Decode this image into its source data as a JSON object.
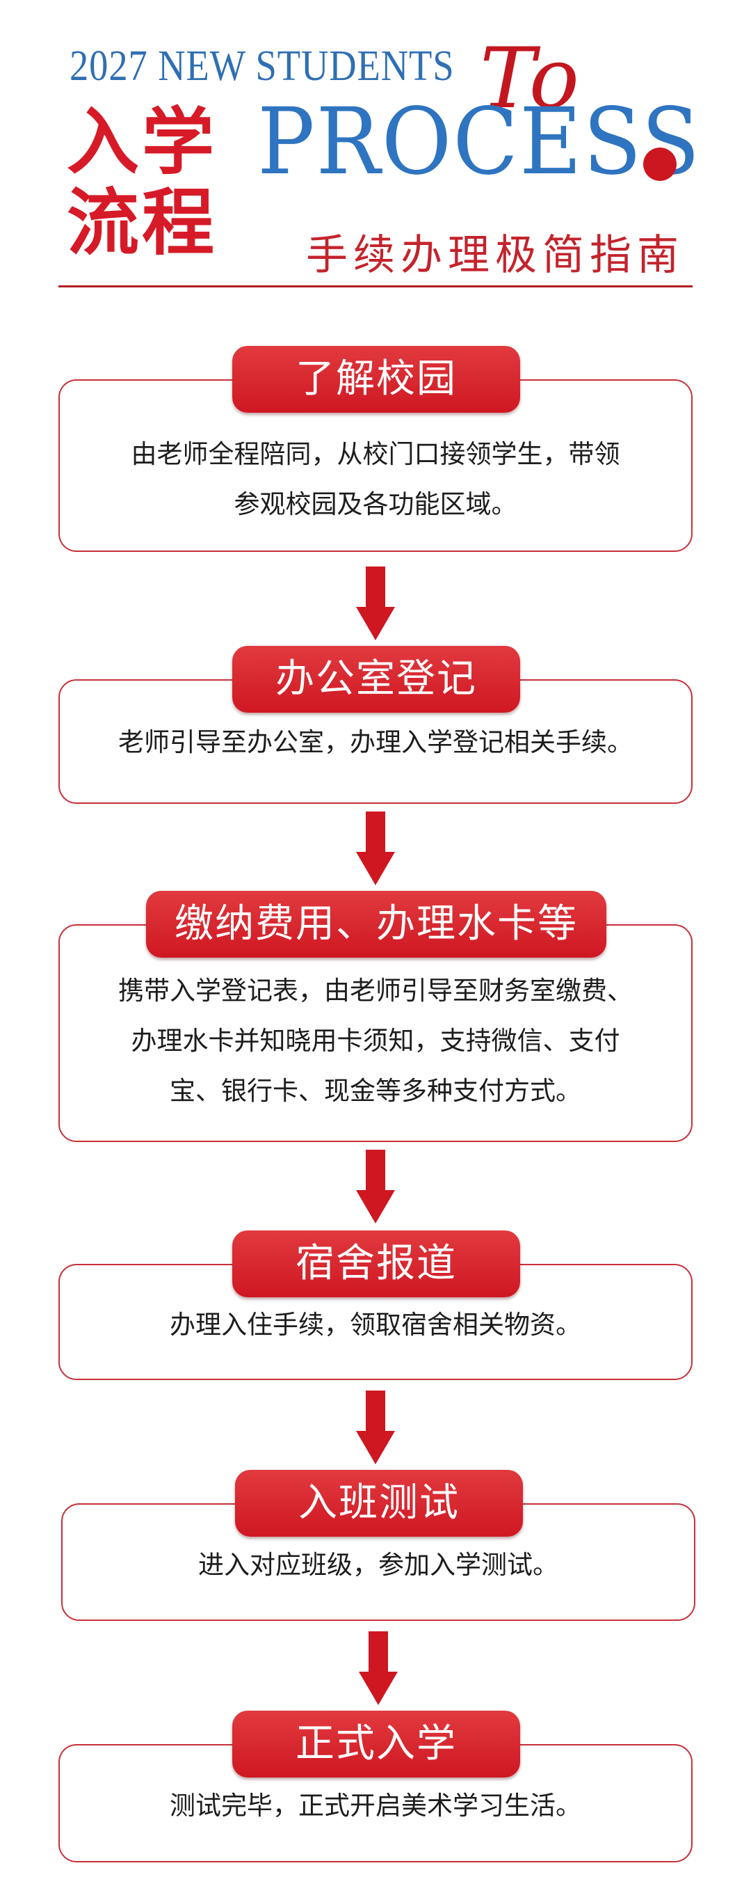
{
  "header": {
    "subtitle": "2027 NEW STUDENTS",
    "title_line1": "入学",
    "title_line2": "流程",
    "process": "PROCESS",
    "to": "To",
    "slogan": "手续办理极简指南"
  },
  "steps": [
    {
      "title": "了解校园",
      "lines": [
        "由老师全程陪同，从校门口接领学生，带领",
        "参观校园及各功能区域。"
      ]
    },
    {
      "title": "办公室登记",
      "lines": [
        "老师引导至办公室，办理入学登记相关手续。"
      ]
    },
    {
      "title": "缴纳费用、办理水卡等",
      "lines": [
        "携带入学登记表，由老师引导至财务室缴费、",
        "办理水卡并知晓用卡须知，支持微信、支付",
        "宝、银行卡、现金等多种支付方式。"
      ]
    },
    {
      "title": "宿舍报道",
      "lines": [
        "办理入住手续，领取宿舍相关物资。"
      ]
    },
    {
      "title": "入班测试",
      "lines": [
        "进入对应班级，参加入学测试。"
      ]
    },
    {
      "title": "正式入学",
      "lines": [
        "测试完毕，正式开启美术学习生活。"
      ]
    }
  ],
  "colors": {
    "accent_red": "#d71a27",
    "accent_blue": "#2e74c0",
    "border_red": "#c8303a"
  }
}
